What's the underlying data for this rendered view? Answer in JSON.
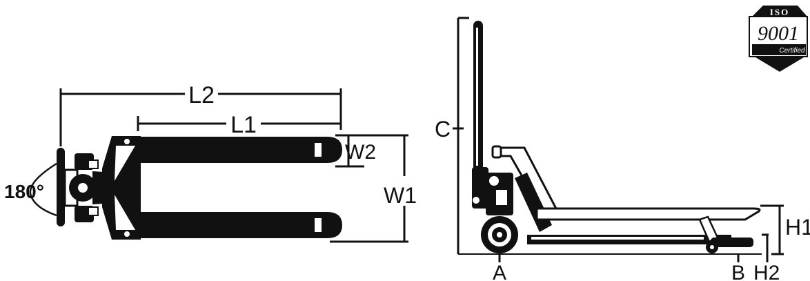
{
  "top_view": {
    "rotation_label": "180°",
    "dim_labels": {
      "l2": "L2",
      "l1": "L1",
      "w2": "W2",
      "w1": "W1"
    }
  },
  "side_view": {
    "dim_labels": {
      "c": "C",
      "h1": "H1",
      "a": "A",
      "b": "B",
      "h2": "H2"
    }
  },
  "badge": {
    "top_text": "ISO",
    "number": "9001",
    "sub_text": "Certified"
  },
  "colors": {
    "ink": "#111111",
    "paper": "#ffffff"
  }
}
